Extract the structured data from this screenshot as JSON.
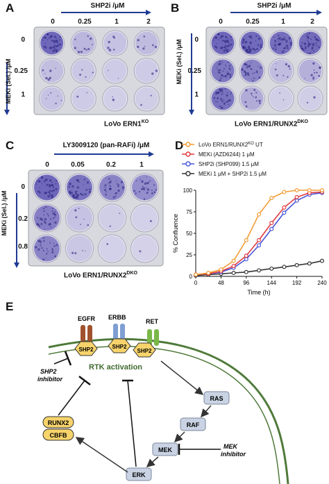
{
  "panels": {
    "A": {
      "letter": "A",
      "top_label": "SHP2i /μM",
      "side_label": "MEKi (Sel.) /μM",
      "columns": [
        "0",
        "0.25",
        "1",
        "2"
      ],
      "rows": [
        "0",
        "0.25",
        "1"
      ],
      "caption_main": "LoVo ERN1",
      "caption_sup": "KO"
    },
    "B": {
      "letter": "B",
      "top_label": "SHP2i /μM",
      "side_label": "MEKi (Sel.) /μM",
      "columns": [
        "0",
        "0.25",
        "1",
        "2"
      ],
      "rows": [
        "0",
        "0.25",
        "1"
      ],
      "caption_main": "LoVo ERN1/RUNX2",
      "caption_sup": "DKO"
    },
    "C": {
      "letter": "C",
      "top_label": "LY3009120 (pan-RAFi) /μM",
      "side_label": "MEKi (Sel.) /μM",
      "columns": [
        "0",
        "0.05",
        "0.2",
        "1"
      ],
      "rows": [
        "0",
        "0.2",
        "0.8"
      ],
      "caption_main": "LoVo ERN1/RUNX2",
      "caption_sup": "DKO"
    },
    "D": {
      "letter": "D"
    },
    "E": {
      "letter": "E"
    }
  },
  "chart_data": {
    "type": "line",
    "xlabel": "Time (h)",
    "ylabel": "% Confluence",
    "xlim": [
      0,
      240
    ],
    "ylim": [
      0,
      100
    ],
    "xticks": [
      0,
      48,
      96,
      144,
      192,
      240
    ],
    "yticks": [
      0,
      25,
      50,
      75,
      100
    ],
    "x": [
      0,
      24,
      48,
      72,
      96,
      120,
      144,
      168,
      192,
      216,
      240
    ],
    "series": [
      {
        "name": "LoVo ERN1/RUNX2 UT",
        "name_sup": "KO",
        "color": "#f39c34",
        "values": [
          2,
          4,
          8,
          18,
          42,
          72,
          91,
          98,
          100,
          100,
          100
        ]
      },
      {
        "name": "MEKi (AZD6244) 1 μM",
        "color": "#e0393e",
        "values": [
          2,
          3,
          6,
          12,
          24,
          42,
          62,
          80,
          92,
          97,
          98
        ]
      },
      {
        "name": "SHP2i (SHP099) 1.5 μM",
        "color": "#4a55d8",
        "values": [
          2,
          3,
          5,
          10,
          20,
          36,
          55,
          74,
          88,
          95,
          97
        ]
      },
      {
        "name": "MEKi 1 μM + SHP2i 1.5 μM",
        "color": "#333333",
        "values": [
          1,
          2,
          3,
          4,
          5,
          7,
          9,
          11,
          13,
          15,
          18
        ]
      }
    ]
  },
  "diagram": {
    "receptors": [
      "EGFR",
      "ERBB",
      "RET"
    ],
    "shp2": "SHP2",
    "rtk_activation": "RTK activation",
    "shp2_inhibitor": [
      "SHP2",
      "inhibitor"
    ],
    "mek_inhibitor": [
      "MEK",
      "inhibitor"
    ],
    "nodes": [
      "RAS",
      "RAF",
      "MEK",
      "ERK"
    ],
    "complex": [
      "RUNX2",
      "CBFB"
    ]
  },
  "colors": {
    "arrow_blue": "#1f3a93",
    "stain": "#5a52b0",
    "membrane": "#4f7a3a",
    "egfr": "#a0522d",
    "erbb": "#7f9fd3",
    "ret": "#7ab848",
    "shp2": "#f7d36b",
    "node": "#c9d3e3"
  }
}
